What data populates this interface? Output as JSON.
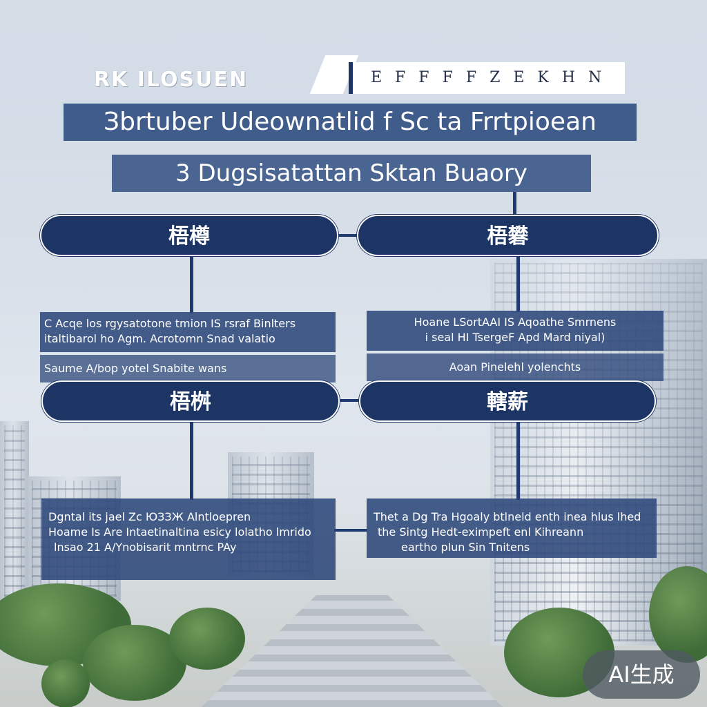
{
  "header": {
    "brand_left": "RK ILOSUEN",
    "brand_right": "E F F F F Z E K H N",
    "title_line1": "Зbrtuber Udeownatlid f Sc ta Frrtpioean",
    "title_line2": "3 Dugsisatattan Sktan Buaory"
  },
  "flow": {
    "node1_label": "梧樽",
    "node2_label": "梧礬",
    "node3_label": "梧桝",
    "node4_label": "轄薪",
    "box1": {
      "line1": "C Acqe los rgysatotone tmion  IS  rsraf Binlters",
      "line2": "italtibarol  ho Agm.  Acrotomn  Snad  valatio",
      "sub": "Saume  A/bop yotel Snabite  wans"
    },
    "box2": {
      "line1": "Hoane  LSortAAI IS  Aqoathe  Smrnens",
      "line2": "i  seal  HI  TsergeF  Apd  Mard  niyal)",
      "sub": "Aoan  Pinelehl  yolenchts"
    },
    "box3": {
      "line1": "Dgntal  its  jael  Zc  ЮЗЗЖ  Alntloepren",
      "line2": "Hoame  Is Are  Intaetinaltina esicy  lolatho  lmrido",
      "line3": "lnsao  21  A/Ynobisarit mntrnc  PAy"
    },
    "box4": {
      "line1": "Thet a Dg  Tra Hgoaly btlneld  enth  inea hlus lhed",
      "line2": "the Sintg  Hedt-eximpeft  enl  Kihreann",
      "line3": "eartho plun  Sin Tnitens"
    }
  },
  "badge": {
    "label": "AI生成"
  },
  "colors": {
    "navy": "#1c3564",
    "panel": "#2e487a",
    "title_bg": "#3f5c8a"
  }
}
